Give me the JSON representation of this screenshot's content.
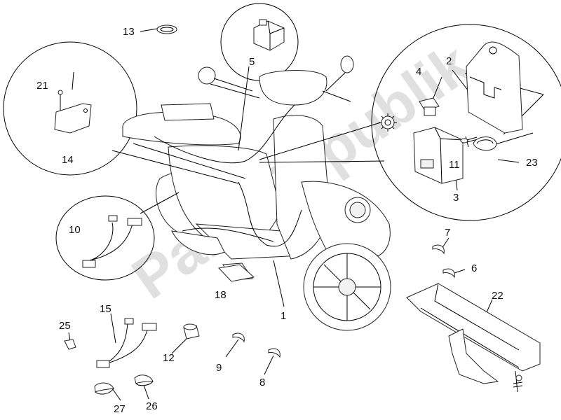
{
  "watermark": "PartsRepublik",
  "callouts": [
    {
      "id": "1",
      "label": "1"
    },
    {
      "id": "2",
      "label": "2"
    },
    {
      "id": "3",
      "label": "3"
    },
    {
      "id": "4",
      "label": "4"
    },
    {
      "id": "5",
      "label": "5"
    },
    {
      "id": "6",
      "label": "6"
    },
    {
      "id": "7",
      "label": "7"
    },
    {
      "id": "8",
      "label": "8"
    },
    {
      "id": "9",
      "label": "9"
    },
    {
      "id": "10",
      "label": "10"
    },
    {
      "id": "11",
      "label": "11"
    },
    {
      "id": "12",
      "label": "12"
    },
    {
      "id": "13",
      "label": "13"
    },
    {
      "id": "14",
      "label": "14"
    },
    {
      "id": "15",
      "label": "15"
    },
    {
      "id": "18",
      "label": "18"
    },
    {
      "id": "21",
      "label": "21"
    },
    {
      "id": "22",
      "label": "22"
    },
    {
      "id": "23",
      "label": "23"
    },
    {
      "id": "25",
      "label": "25"
    },
    {
      "id": "26",
      "label": "26"
    },
    {
      "id": "27",
      "label": "27"
    }
  ],
  "icons": {
    "gear": "gear-icon"
  }
}
